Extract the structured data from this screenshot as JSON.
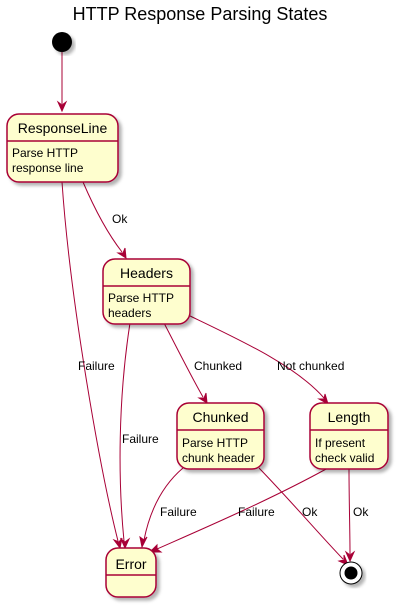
{
  "title": "HTTP Response Parsing States",
  "colors": {
    "state_fill": "#FEFECE",
    "state_border": "#A80036",
    "edge": "#A80036",
    "start_end": "#000000",
    "shadow": "#C7C7C7"
  },
  "states": {
    "response_line": {
      "name": "ResponseLine",
      "desc": [
        "Parse HTTP",
        "response line"
      ]
    },
    "headers": {
      "name": "Headers",
      "desc": [
        "Parse HTTP",
        "headers"
      ]
    },
    "chunked": {
      "name": "Chunked",
      "desc": [
        "Parse HTTP",
        "chunk header"
      ]
    },
    "length": {
      "name": "Length",
      "desc": [
        "If present",
        "check valid"
      ]
    },
    "error": {
      "name": "Error"
    }
  },
  "transitions": {
    "responseline_headers": "Ok",
    "responseline_error": "Failure",
    "headers_chunked": "Chunked",
    "headers_length": "Not chunked",
    "headers_error": "Failure",
    "chunked_error": "Failure",
    "chunked_end": "Ok",
    "length_error": "Failure",
    "length_end": "Ok"
  }
}
